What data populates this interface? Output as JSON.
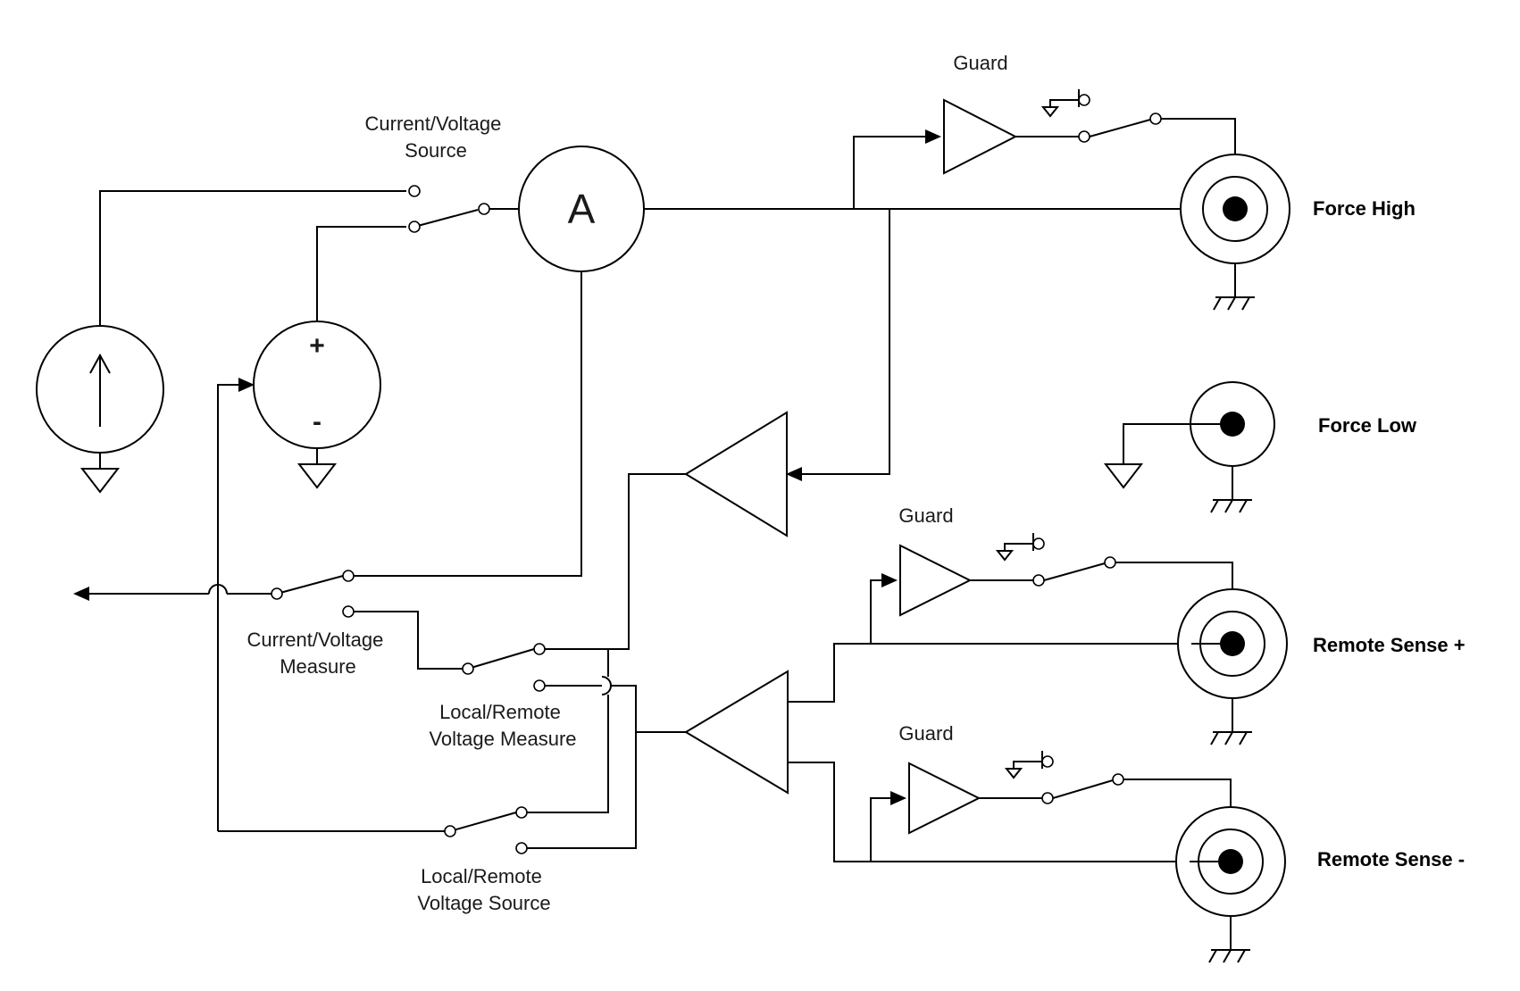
{
  "labels": {
    "cv_source": [
      "Current/Voltage",
      "Source"
    ],
    "cv_measure": [
      "Current/Voltage",
      "Measure"
    ],
    "lr_measure": [
      "Local/Remote",
      "Voltage Measure"
    ],
    "lr_source": [
      "Local/Remote",
      "Voltage Source"
    ],
    "guard_force_high": "Guard",
    "guard_sense_plus": "Guard",
    "guard_sense_minus": "Guard",
    "ammeter": "A",
    "voltage_plus": "+",
    "voltage_minus": "-"
  },
  "ports": {
    "force_high": "Force High",
    "force_low": "Force Low",
    "sense_plus": "Remote Sense +",
    "sense_minus": "Remote Sense -"
  },
  "icons": {
    "current_source": "current-source-icon",
    "voltage_source": "voltage-source-icon",
    "ammeter": "ammeter-icon",
    "ground": "ground-icon",
    "chassis_ground": "chassis-ground-icon",
    "coax_connector": "coaxial-connector-icon",
    "buffer_amplifier": "buffer-amplifier-icon",
    "switch": "switch-icon"
  }
}
